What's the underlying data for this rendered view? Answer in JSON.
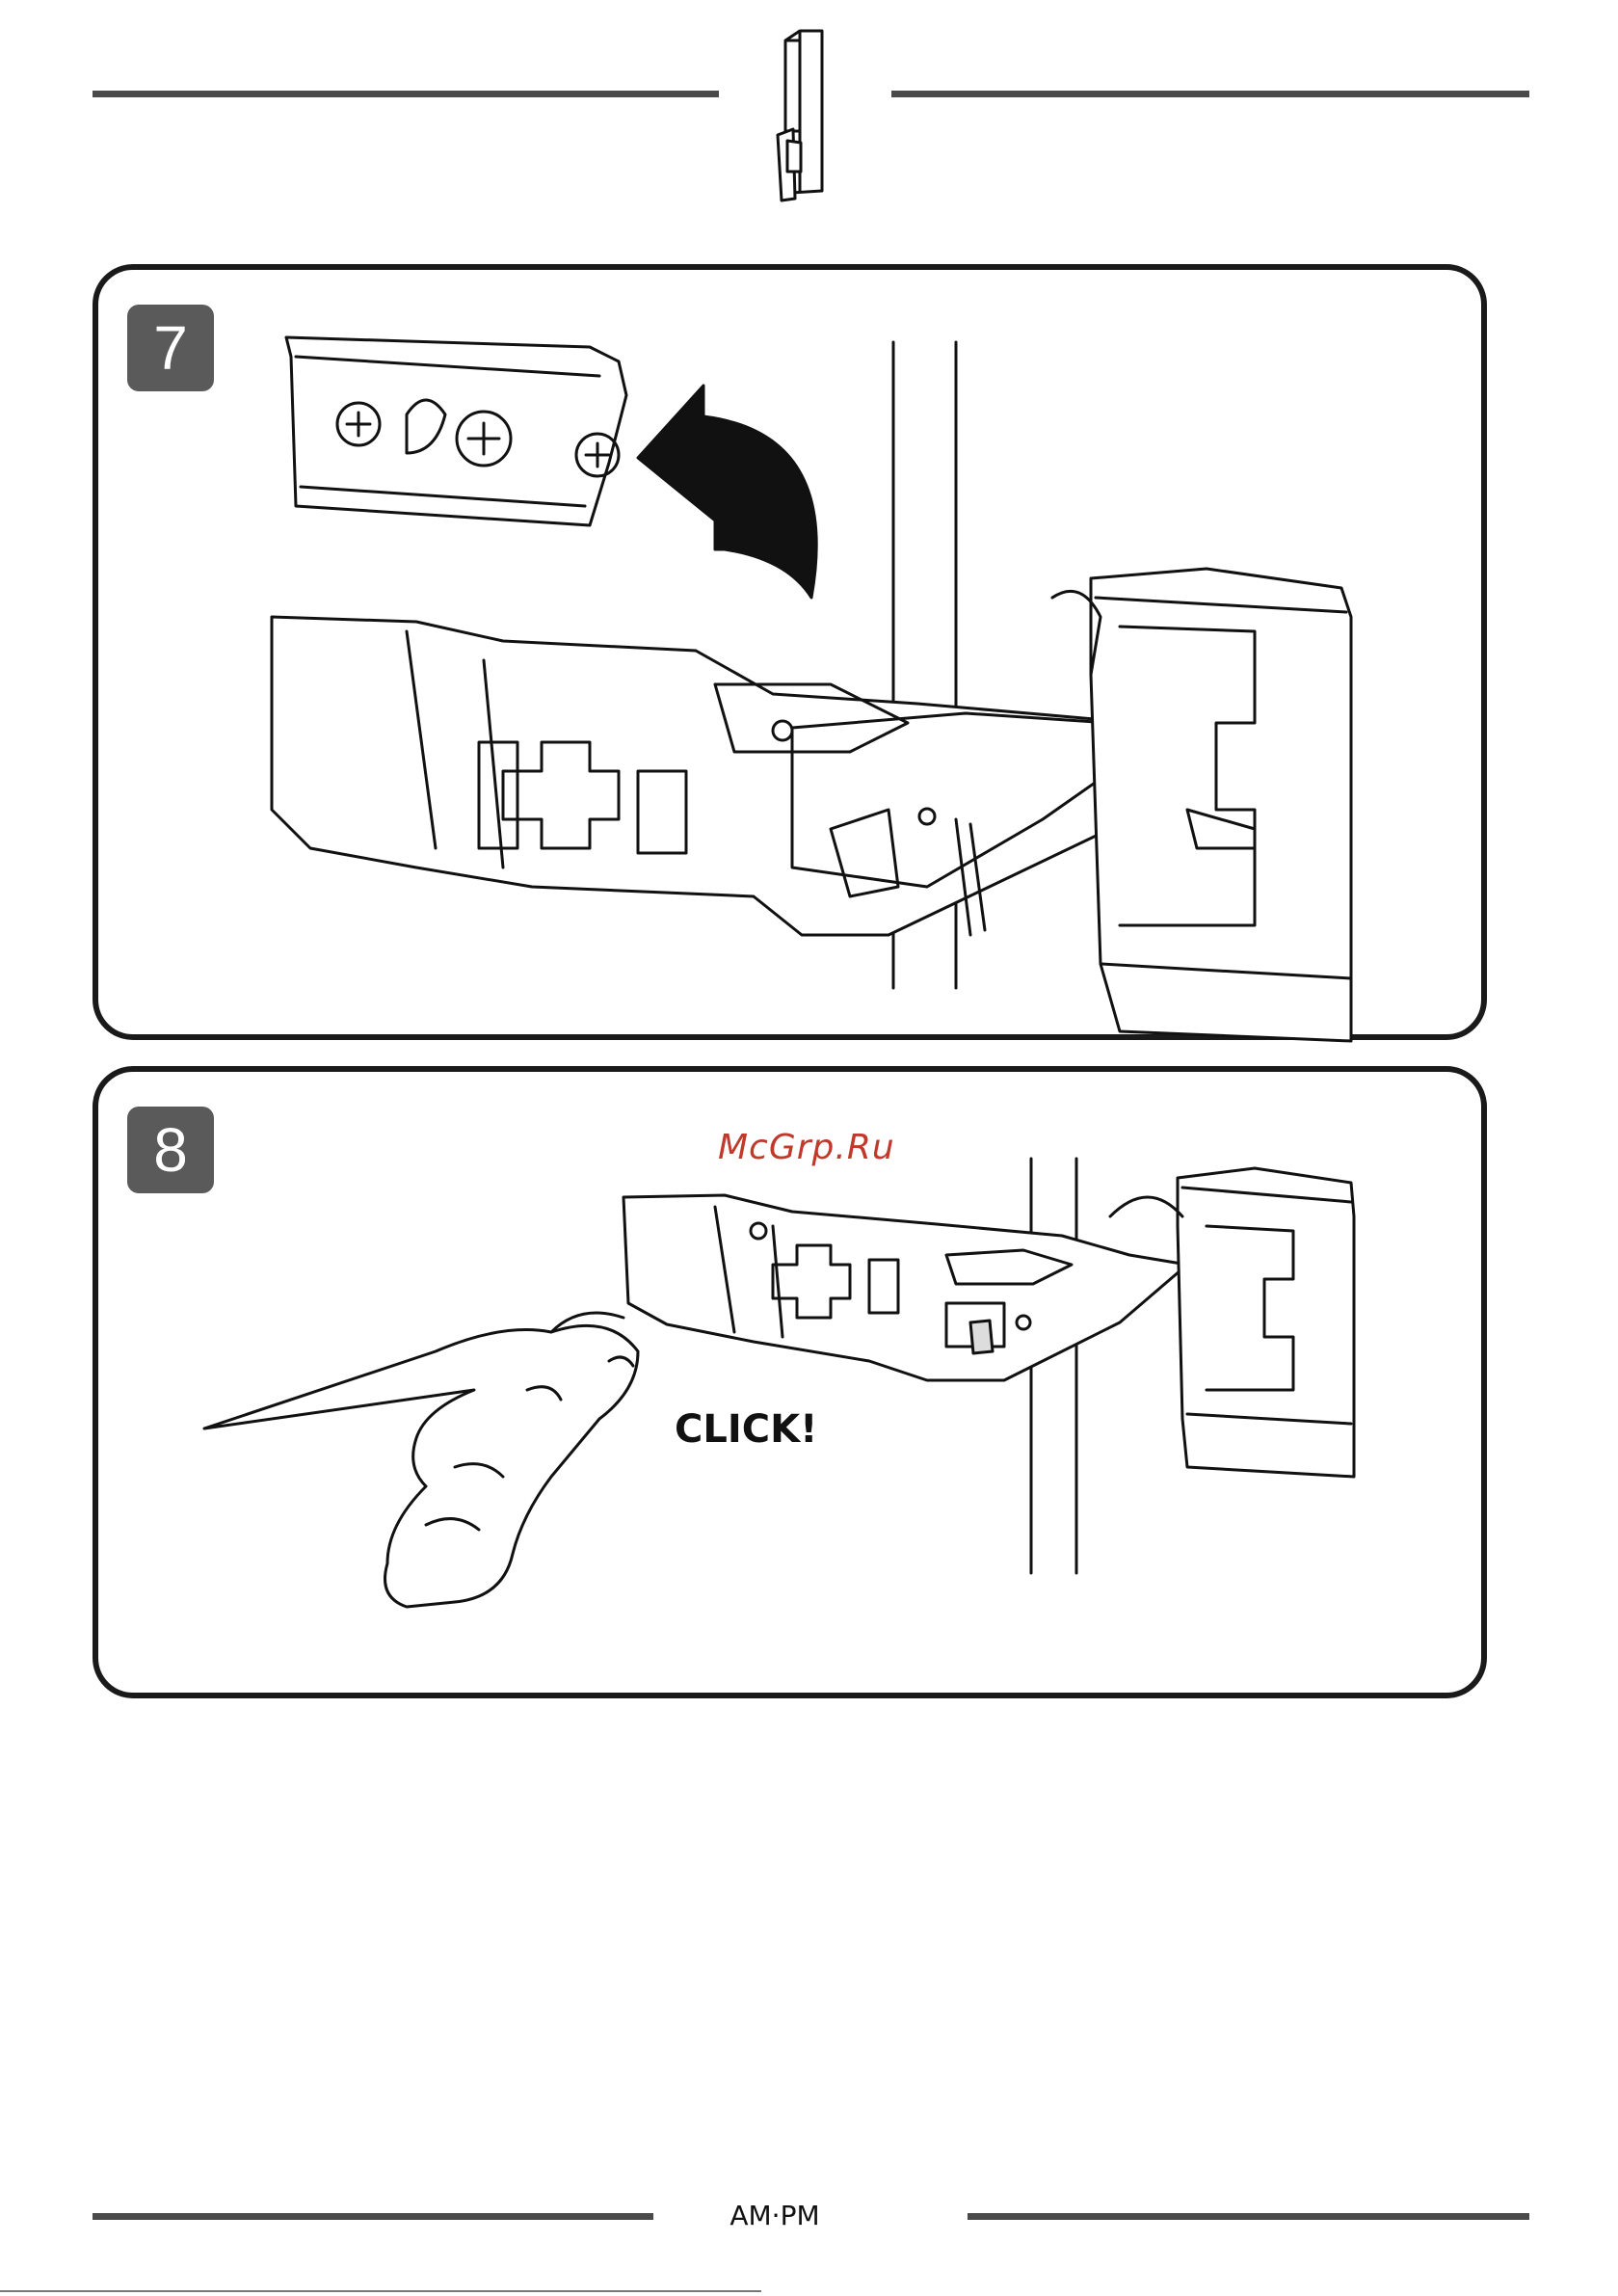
{
  "steps": [
    {
      "number": "7"
    },
    {
      "number": "8",
      "sound_label": "CLICK!"
    }
  ],
  "watermark": "McGrp.Ru",
  "footer": {
    "brand": "AM·PM"
  },
  "colors": {
    "line": "#4a4a4a",
    "badge": "#5a5a5a",
    "watermark": "#c0392b"
  }
}
